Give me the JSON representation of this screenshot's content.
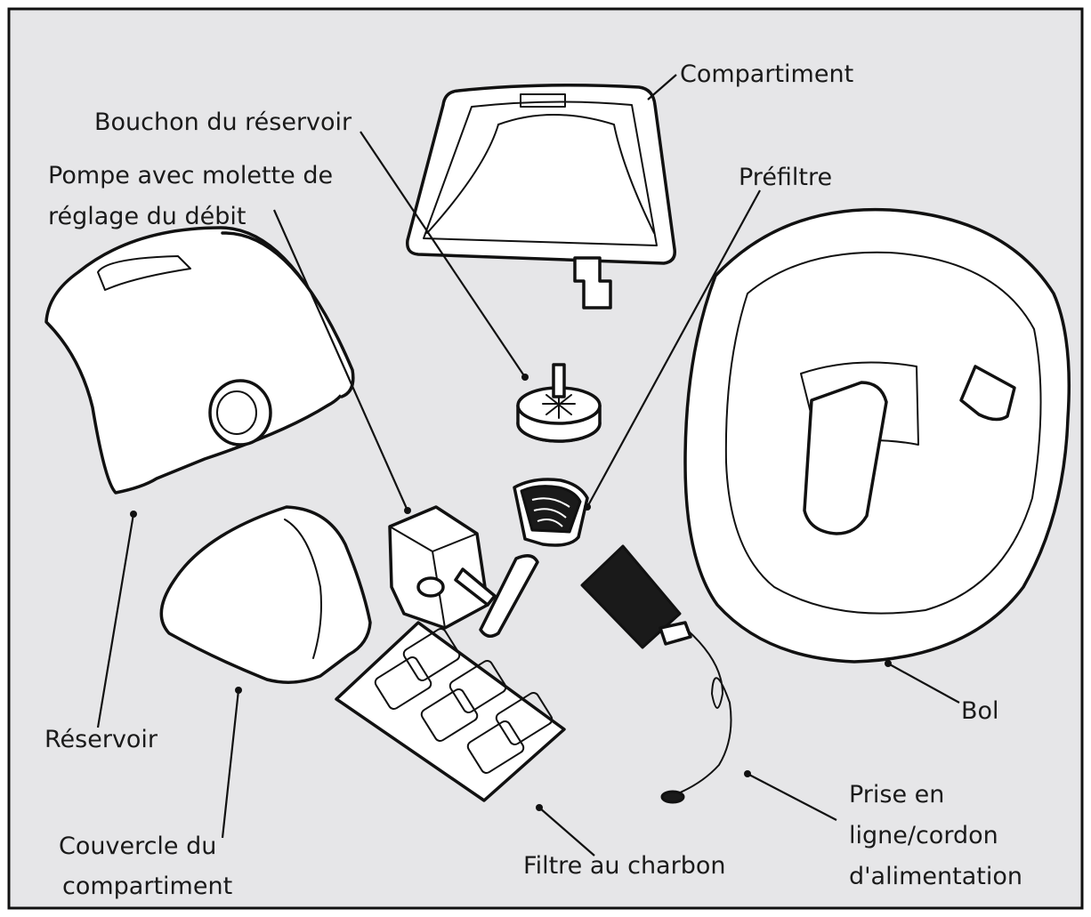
{
  "colors": {
    "background": "#e6e6e8",
    "frame": "#111111",
    "part_fill": "#ffffff",
    "ink": "#1a1a1a"
  },
  "labels": {
    "compartiment": "Compartiment",
    "bouchon_reservoir": "Bouchon du réservoir",
    "pompe_line1": "Pompe avec molette de",
    "pompe_line2": "réglage du débit",
    "prefiltre": "Préfiltre",
    "reservoir": "Réservoir",
    "bol": "Bol",
    "couvercle_line1": "Couvercle du",
    "couvercle_line2": "compartiment",
    "filtre_charbon": "Filtre au charbon",
    "prise_line1": "Prise en",
    "prise_line2": "ligne/cordon",
    "prise_line3": "d'alimentation"
  }
}
